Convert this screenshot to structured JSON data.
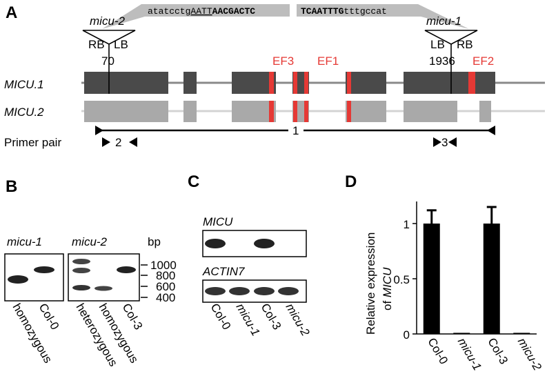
{
  "panels": {
    "a": "A",
    "b": "B",
    "c": "C",
    "d": "D"
  },
  "panel_a": {
    "insertions": [
      {
        "name": "micu-2",
        "left": "RB",
        "right": "LB",
        "position": "70"
      },
      {
        "name": "micu-1",
        "left": "LB",
        "right": "RB",
        "position": "1936"
      }
    ],
    "seq_left": {
      "lower": "atatcctg",
      "underlined": "AATT",
      "bold": "AACGACTC"
    },
    "seq_right": {
      "bold": "TCAATTTG",
      "lower": "tttgccat"
    },
    "ef_hands": [
      "EF3",
      "EF1",
      "EF2"
    ],
    "transcripts": [
      "MICU.1",
      "MICU.2"
    ],
    "primer_label": "Primer pair",
    "primer_pairs": [
      "1",
      "2",
      "3"
    ]
  },
  "panel_b": {
    "gel_titles": [
      "micu-1",
      "micu-2"
    ],
    "ladder_unit": "bp",
    "ladder": [
      "1000",
      "800",
      "600",
      "400"
    ],
    "lanes": [
      "homozygous",
      "Col-0",
      "heterozygous",
      "homozygous",
      "Col-3"
    ]
  },
  "panel_c": {
    "genes": [
      "MICU",
      "ACTIN7"
    ],
    "lanes": [
      "Col-0",
      "micu-1",
      "Col-3",
      "micu-2"
    ],
    "micu_present": [
      true,
      false,
      true,
      false
    ]
  },
  "chart_data": {
    "type": "bar",
    "ylabel_line1": "Relative expression",
    "ylabel_line2_prefix": "of ",
    "ylabel_line2_italic": "MICU",
    "categories": [
      "Col-0",
      "micu-1",
      "Col-3",
      "micu-2"
    ],
    "values": [
      1.0,
      0.01,
      1.0,
      0.01
    ],
    "errors": [
      0.12,
      0.0,
      0.15,
      0.0
    ],
    "ylim": [
      0,
      1.2
    ],
    "yticks": [
      "0",
      "0.5",
      "1"
    ],
    "bar_color": "#000000"
  },
  "colors": {
    "exon1": "#4a4a4a",
    "exon2": "#a9a9a9",
    "efhand": "#e53935"
  }
}
